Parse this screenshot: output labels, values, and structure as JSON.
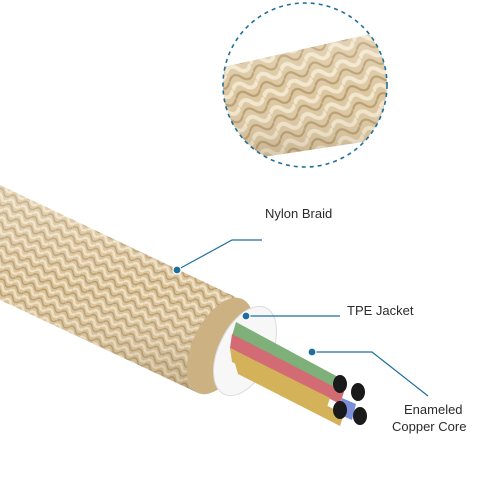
{
  "labels": {
    "nylon_braid": "Nylon Braid",
    "tpe_jacket": "TPE Jacket",
    "core_line1": "Enameled",
    "core_line2": "Copper Core"
  },
  "colors": {
    "braid_base": "#d9c29a",
    "braid_light": "#efe1c4",
    "braid_dark": "#b79b6c",
    "jacket": "#ffffff",
    "leader": "#1f6f9e",
    "wire_green": "#7fb07a",
    "wire_red": "#d36b74",
    "wire_gold": "#d4b25a",
    "wire_blue": "#7a8fd8",
    "wire_tip": "#1a1a1a"
  }
}
